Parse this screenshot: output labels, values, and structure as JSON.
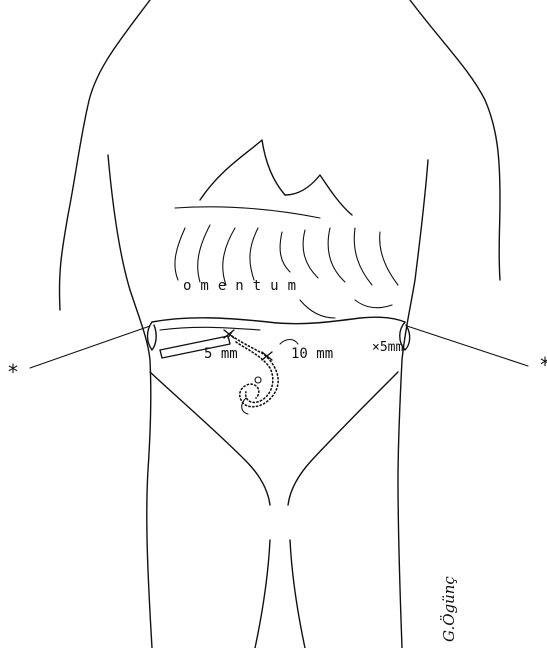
{
  "labels": {
    "omentum": "omentum",
    "port_left": "5 mm",
    "port_center": "10 mm",
    "port_right": "×5mm",
    "star_left": "*",
    "star_right": "*",
    "signature": "G.Ögünç"
  },
  "colors": {
    "ink": "#111111",
    "paper": "#ffffff"
  }
}
